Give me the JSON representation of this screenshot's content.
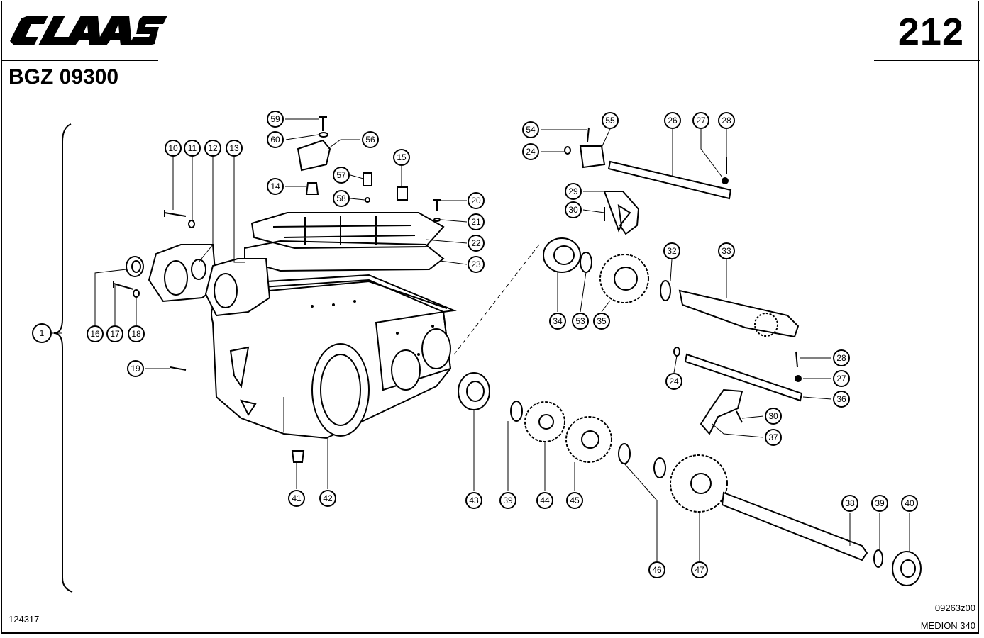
{
  "header": {
    "brand": "CLAAS",
    "page_number": "212",
    "group_code": "BGZ 09300"
  },
  "footer": {
    "drawing_ref": "124317",
    "figure_code": "09263z00",
    "model": "MEDION 340"
  },
  "callouts": {
    "c1": "1",
    "c10": "10",
    "c11": "11",
    "c12": "12",
    "c13": "13",
    "c14": "14",
    "c15": "15",
    "c16": "16",
    "c17": "17",
    "c18": "18",
    "c19": "19",
    "c20": "20",
    "c21": "21",
    "c22": "22",
    "c23": "23",
    "c24a": "24",
    "c24b": "24",
    "c26": "26",
    "c27a": "27",
    "c27b": "27",
    "c28a": "28",
    "c28b": "28",
    "c29": "29",
    "c30a": "30",
    "c30b": "30",
    "c32": "32",
    "c33": "33",
    "c34": "34",
    "c35": "35",
    "c36": "36",
    "c37": "37",
    "c38": "38",
    "c39a": "39",
    "c39b": "39",
    "c40": "40",
    "c41": "41",
    "c42": "42",
    "c43": "43",
    "c44": "44",
    "c45": "45",
    "c46": "46",
    "c47": "47",
    "c53": "53",
    "c54": "54",
    "c55": "55",
    "c56": "56",
    "c57": "57",
    "c58": "58",
    "c59": "59",
    "c60": "60"
  }
}
